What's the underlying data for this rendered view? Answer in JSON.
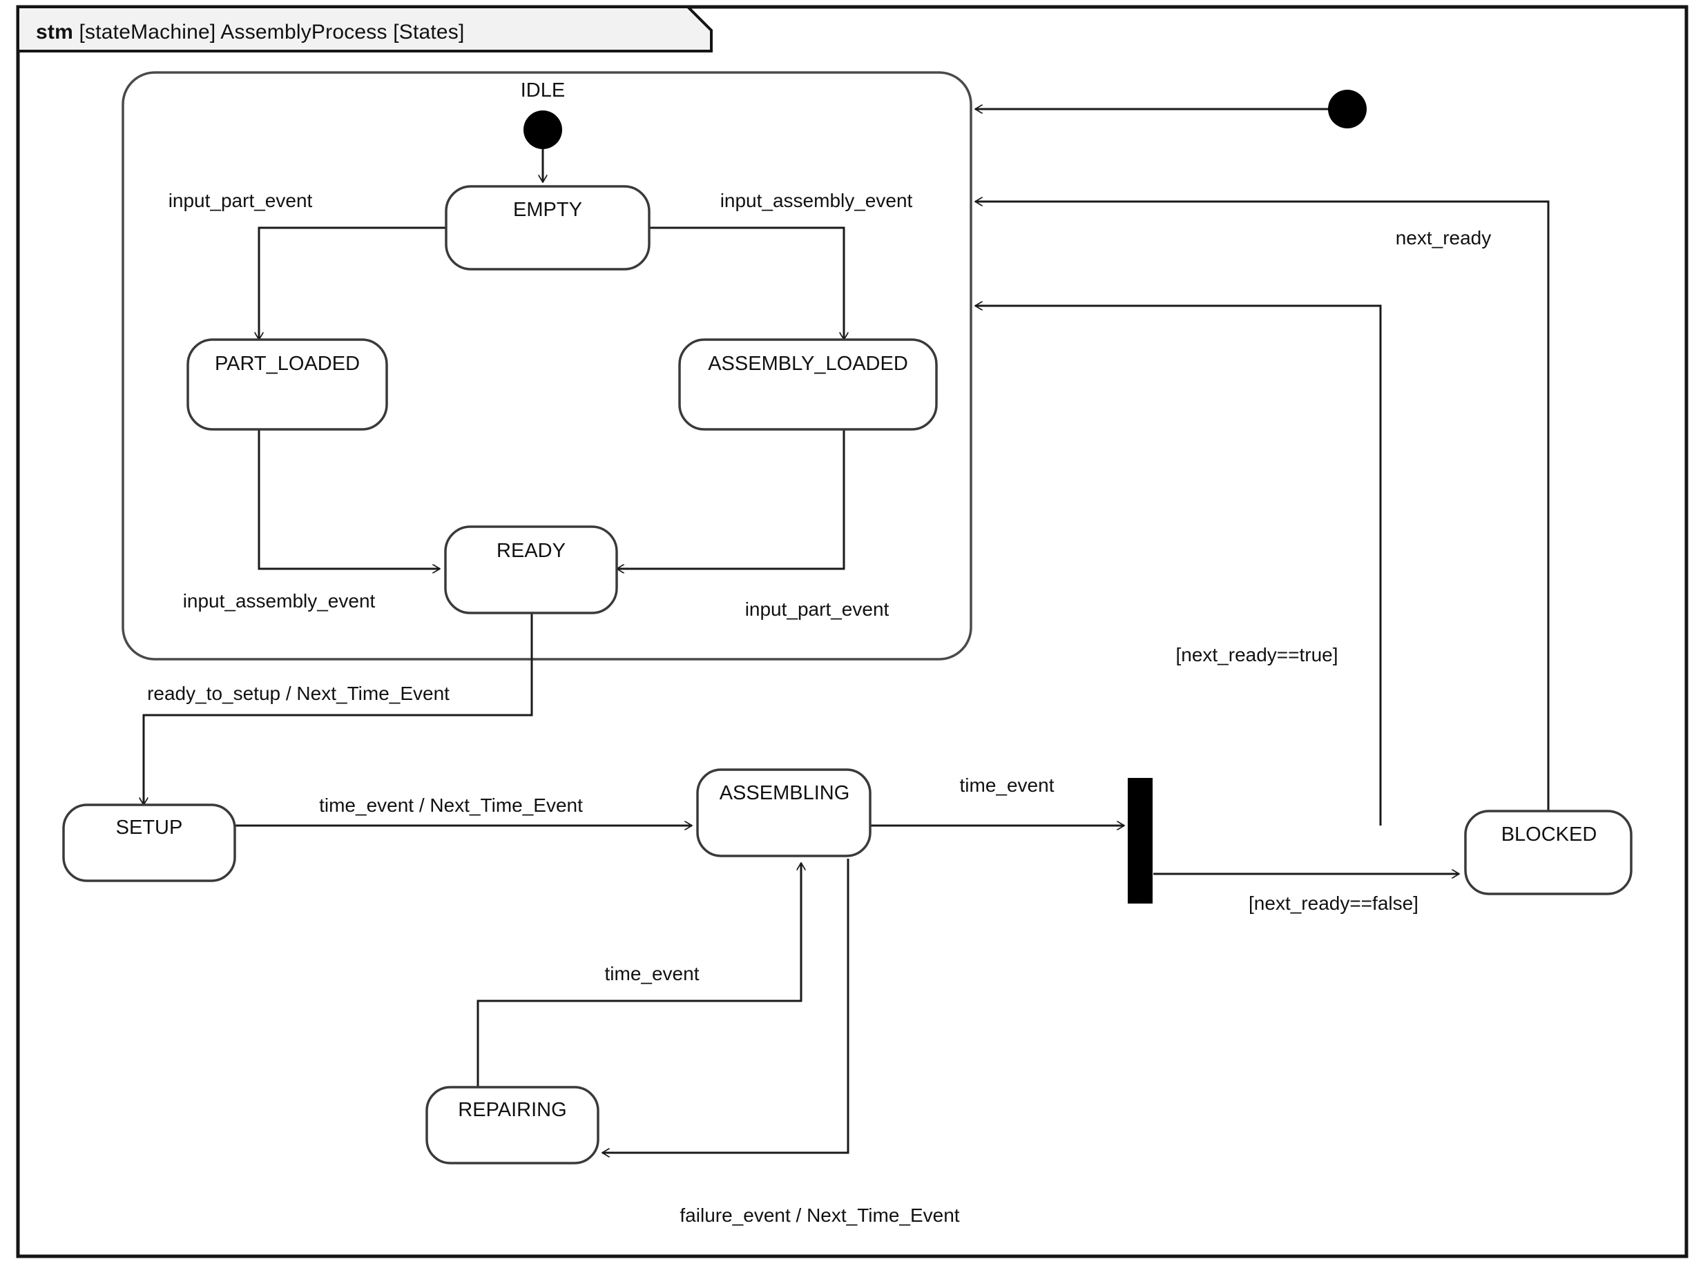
{
  "frame": {
    "keyword": "stm",
    "stereotype_and_name": "[stateMachine] AssemblyProcess [States]",
    "full_title": "stm [stateMachine] AssemblyProcess [States]"
  },
  "diagram": {
    "type": "uml-state-machine",
    "composite_state_name": "",
    "pseudostates": [
      {
        "id": "idle-initial",
        "kind": "initial",
        "label": "IDLE"
      },
      {
        "id": "outer-initial",
        "kind": "initial",
        "label": ""
      },
      {
        "id": "junction-bar",
        "kind": "junction",
        "label": ""
      }
    ],
    "states": [
      {
        "id": "empty",
        "label": "EMPTY"
      },
      {
        "id": "part-loaded",
        "label": "PART_LOADED"
      },
      {
        "id": "assembly-loaded",
        "label": "ASSEMBLY_LOADED"
      },
      {
        "id": "ready",
        "label": "READY"
      },
      {
        "id": "setup",
        "label": "SETUP"
      },
      {
        "id": "assembling",
        "label": "ASSEMBLING"
      },
      {
        "id": "blocked",
        "label": "BLOCKED"
      },
      {
        "id": "repairing",
        "label": "REPAIRING"
      }
    ],
    "transitions": [
      {
        "id": "t-idle-empty",
        "from": "idle-initial",
        "to": "empty",
        "label": ""
      },
      {
        "id": "t-empty-part",
        "from": "empty",
        "to": "part-loaded",
        "label": "input_part_event"
      },
      {
        "id": "t-empty-assembly",
        "from": "empty",
        "to": "assembly-loaded",
        "label": "input_assembly_event"
      },
      {
        "id": "t-part-ready",
        "from": "part-loaded",
        "to": "ready",
        "label": "input_assembly_event"
      },
      {
        "id": "t-assembly-ready",
        "from": "assembly-loaded",
        "to": "ready",
        "label": "input_part_event"
      },
      {
        "id": "t-ready-setup",
        "from": "ready",
        "to": "setup",
        "label": "ready_to_setup / Next_Time_Event"
      },
      {
        "id": "t-setup-assembling",
        "from": "setup",
        "to": "assembling",
        "label": "time_event / Next_Time_Event"
      },
      {
        "id": "t-assembling-junction",
        "from": "assembling",
        "to": "junction-bar",
        "label": "time_event"
      },
      {
        "id": "t-junction-composite",
        "from": "junction-bar",
        "to": "composite",
        "label": "[next_ready==true]"
      },
      {
        "id": "t-junction-blocked",
        "from": "junction-bar",
        "to": "blocked",
        "label": "[next_ready==false]"
      },
      {
        "id": "t-blocked-composite",
        "from": "blocked",
        "to": "composite",
        "label": "next_ready"
      },
      {
        "id": "t-assembling-repairing",
        "from": "assembling",
        "to": "repairing",
        "label": "failure_event / Next_Time_Event"
      },
      {
        "id": "t-repairing-assembling",
        "from": "repairing",
        "to": "assembling",
        "label": "time_event"
      },
      {
        "id": "t-outer-initial-composite",
        "from": "outer-initial",
        "to": "composite",
        "label": ""
      }
    ],
    "labels": {
      "idle": "IDLE",
      "empty": "EMPTY",
      "part_loaded": "PART_LOADED",
      "assembly_loaded": "ASSEMBLY_LOADED",
      "ready": "READY",
      "setup": "SETUP",
      "assembling": "ASSEMBLING",
      "blocked": "BLOCKED",
      "repairing": "REPAIRING",
      "input_part_event_top": "input_part_event",
      "input_assembly_event_top": "input_assembly_event",
      "input_assembly_event_bottom": "input_assembly_event",
      "input_part_event_bottom": "input_part_event",
      "ready_to_setup": "ready_to_setup / Next_Time_Event",
      "time_event_setup": "time_event / Next_Time_Event",
      "time_event_assembling": "time_event",
      "time_event_repairing": "time_event",
      "failure_event": "failure_event / Next_Time_Event",
      "next_ready_true": "[next_ready==true]",
      "next_ready_false": "[next_ready==false]",
      "next_ready": "next_ready"
    },
    "colors": {
      "background": "#ffffff",
      "line": "#1a1a1a",
      "state_border": "#3a3a3a",
      "frame_border": "#151515",
      "title_tab_fill": "#f2f2f2",
      "filled_node": "#000000"
    }
  }
}
